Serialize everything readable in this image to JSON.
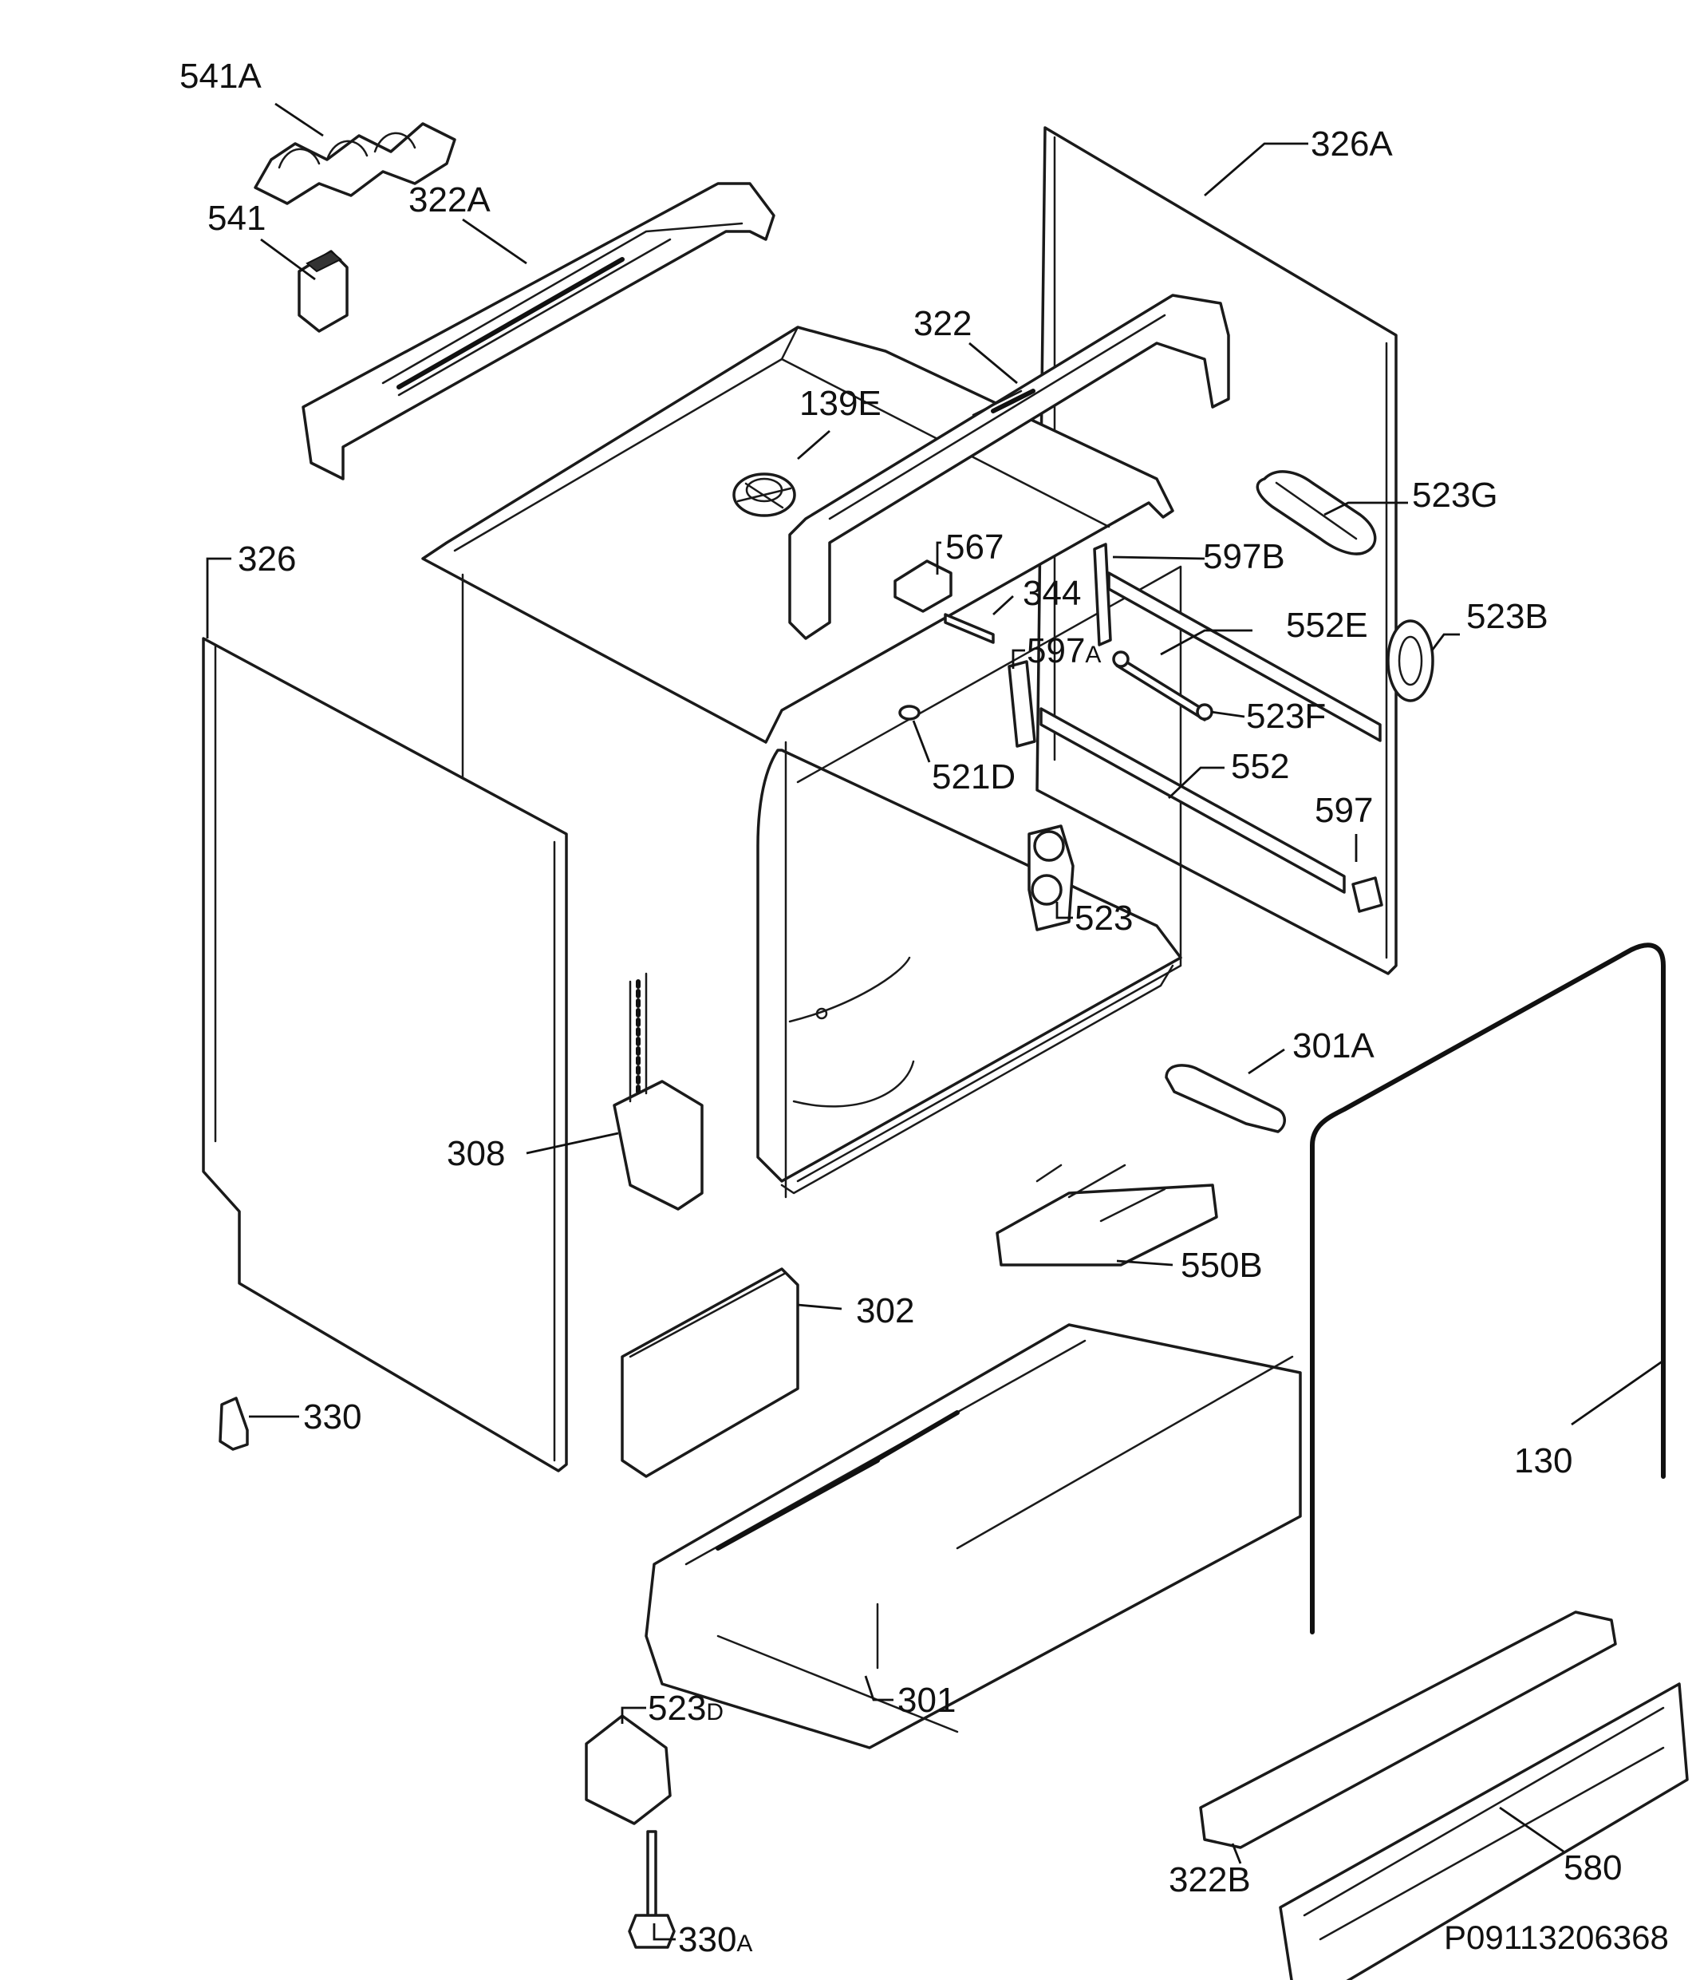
{
  "labels": {
    "l541A": "541A",
    "l541": "541",
    "l322A": "322A",
    "l326A": "326A",
    "l322": "322",
    "l139E": "139E",
    "l523G": "523G",
    "l326": "326",
    "l567": "567",
    "l597B": "597B",
    "l344": "344",
    "l552E": "552E",
    "l523B": "523B",
    "l597A_num": "597",
    "l597A_suf": "A",
    "l523F": "523F",
    "l521D": "521D",
    "l552": "552",
    "l597": "597",
    "l523": "523",
    "l301A": "301A",
    "l308": "308",
    "l550B": "550B",
    "l302": "302",
    "l330": "330",
    "l130": "130",
    "l301": "301",
    "l523D_num": "523",
    "l523D_suf": "D",
    "l322B": "322B",
    "l580": "580",
    "l330A_num": "330",
    "l330A_suf": "A"
  },
  "reference_code": "P09113206368"
}
